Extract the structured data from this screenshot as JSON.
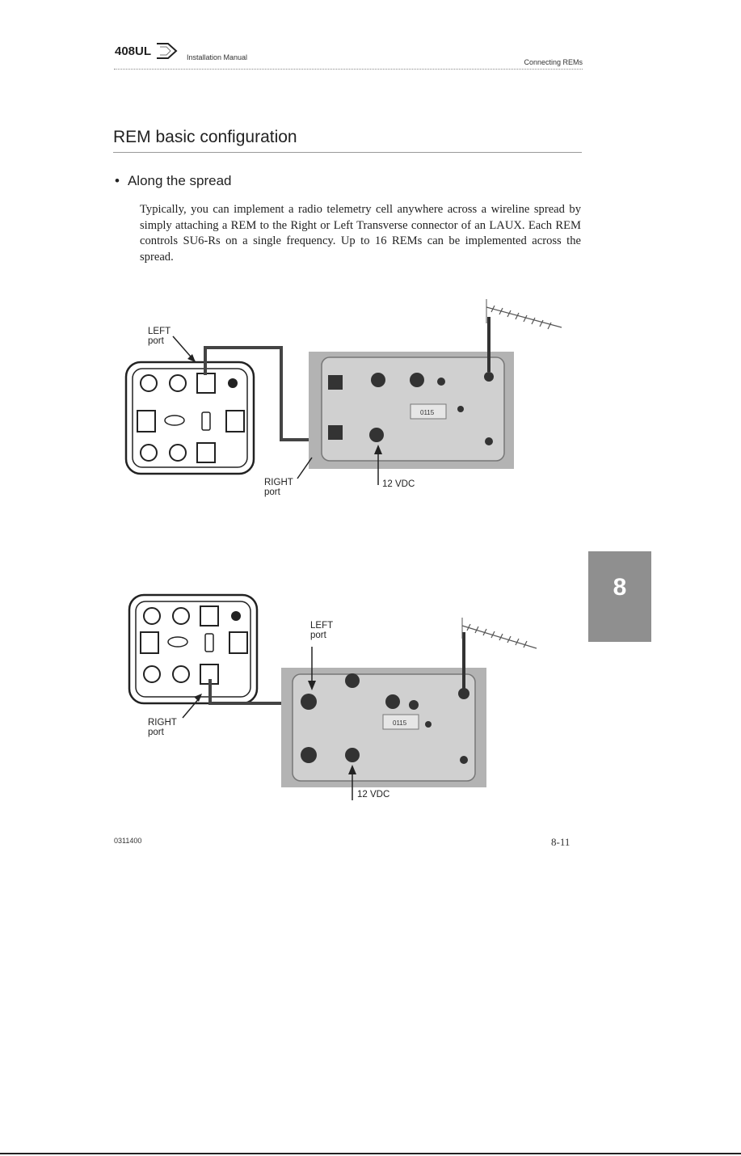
{
  "header": {
    "logo_text": "408UL",
    "manual_title": "Installation Manual",
    "section_title": "Connecting REMs"
  },
  "section": {
    "heading": "REM basic configuration",
    "bullet": "Along the spread",
    "paragraph": "Typically, you can implement a radio telemetry cell anywhere across a wireline spread by simply attaching a REM to the Right or Left Transverse connector of an LAUX. Each REM controls SU6-Rs on a single frequency. Up to 16 REMs can be implemented across the spread."
  },
  "figure1": {
    "left_label_1": "LEFT",
    "left_label_2": "port",
    "right_label_1": "RIGHT",
    "right_label_2": "port",
    "power_label": "12 VDC",
    "unit_number": "0115"
  },
  "figure2": {
    "left_label_1": "LEFT",
    "left_label_2": "port",
    "right_label_1": "RIGHT",
    "right_label_2": "port",
    "power_label": "12 VDC",
    "unit_number": "0115"
  },
  "chapter_tab": {
    "number": "8",
    "color": "#8f8f8f"
  },
  "footer": {
    "doc_number": "0311400",
    "page_number": "8-11"
  }
}
